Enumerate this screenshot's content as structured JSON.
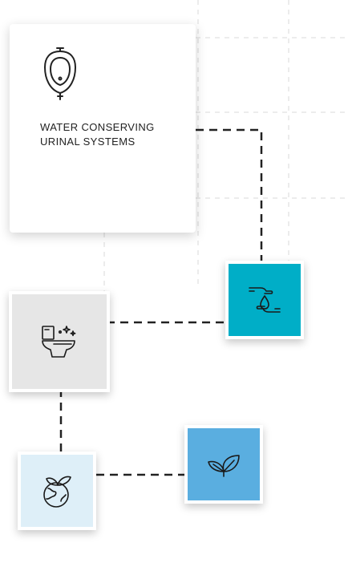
{
  "card": {
    "title": "WATER CONSERVING\nURINAL SYSTEMS",
    "icon": "urinal-icon"
  },
  "tiles": [
    {
      "name": "hands-water-drop-tile",
      "icon": "hands-water-drop-icon",
      "color": "#00aec7"
    },
    {
      "name": "toilet-sparkle-tile",
      "icon": "toilet-sparkle-icon",
      "color": "#e6e6e6"
    },
    {
      "name": "leaf-tile",
      "icon": "leaf-icon",
      "color": "#5aaee0"
    },
    {
      "name": "globe-leaf-tile",
      "icon": "globe-leaf-icon",
      "color": "#deeff8"
    }
  ]
}
